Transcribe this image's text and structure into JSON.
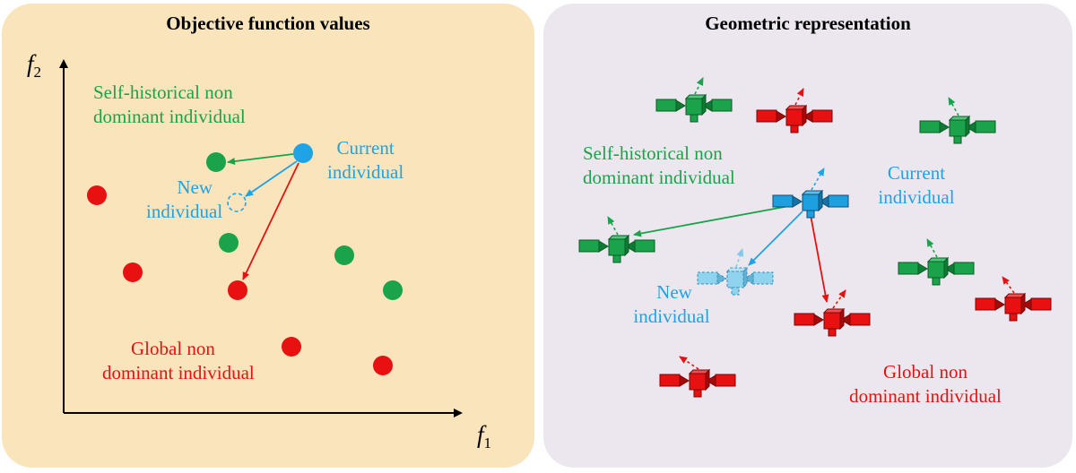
{
  "colors": {
    "left_panel_bg": "#f9e4bb",
    "right_panel_bg": "#ece6ee",
    "green": "#1aa34a",
    "blue": "#1ea3e6",
    "red": "#e81010"
  },
  "left_panel": {
    "title": "Objective function values",
    "y_axis_label": "f",
    "y_axis_sub": "2",
    "x_axis_label": "f",
    "x_axis_sub": "1",
    "labels": {
      "self_historical_line1": "Self-historical non",
      "self_historical_line2": "dominant individual",
      "current_line1": "Current",
      "current_line2": "individual",
      "new_line1": "New",
      "new_line2": "individual",
      "global_line1": "Global non",
      "global_line2": "dominant individual"
    }
  },
  "right_panel": {
    "title": "Geometric representation",
    "labels": {
      "self_historical_line1": "Self-historical non",
      "self_historical_line2": "dominant individual",
      "current_line1": "Current",
      "current_line2": "individual",
      "new_line1": "New",
      "new_line2": "individual",
      "global_line1": "Global non",
      "global_line2": "dominant individual"
    }
  }
}
